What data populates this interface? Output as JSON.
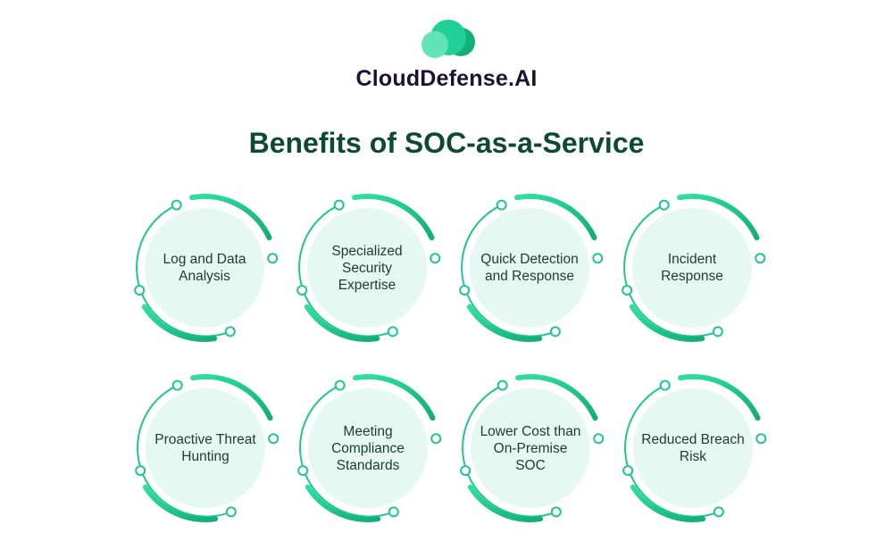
{
  "brand": {
    "name": "CloudDefense.AI"
  },
  "title": "Benefits of SOC-as-a-Service",
  "colors": {
    "accent": "#1fc78c",
    "fill": "#e5f8f1",
    "title": "#0e4a33",
    "text": "#1d3d30"
  },
  "benefits": [
    {
      "label": "Log and Data Analysis"
    },
    {
      "label": "Specialized Security Expertise"
    },
    {
      "label": "Quick Detection and Response"
    },
    {
      "label": "Incident Response"
    },
    {
      "label": "Proactive Threat Hunting"
    },
    {
      "label": "Meeting Compliance Standards"
    },
    {
      "label": "Lower Cost than On-Premise SOC"
    },
    {
      "label": "Reduced Breach Risk"
    }
  ]
}
